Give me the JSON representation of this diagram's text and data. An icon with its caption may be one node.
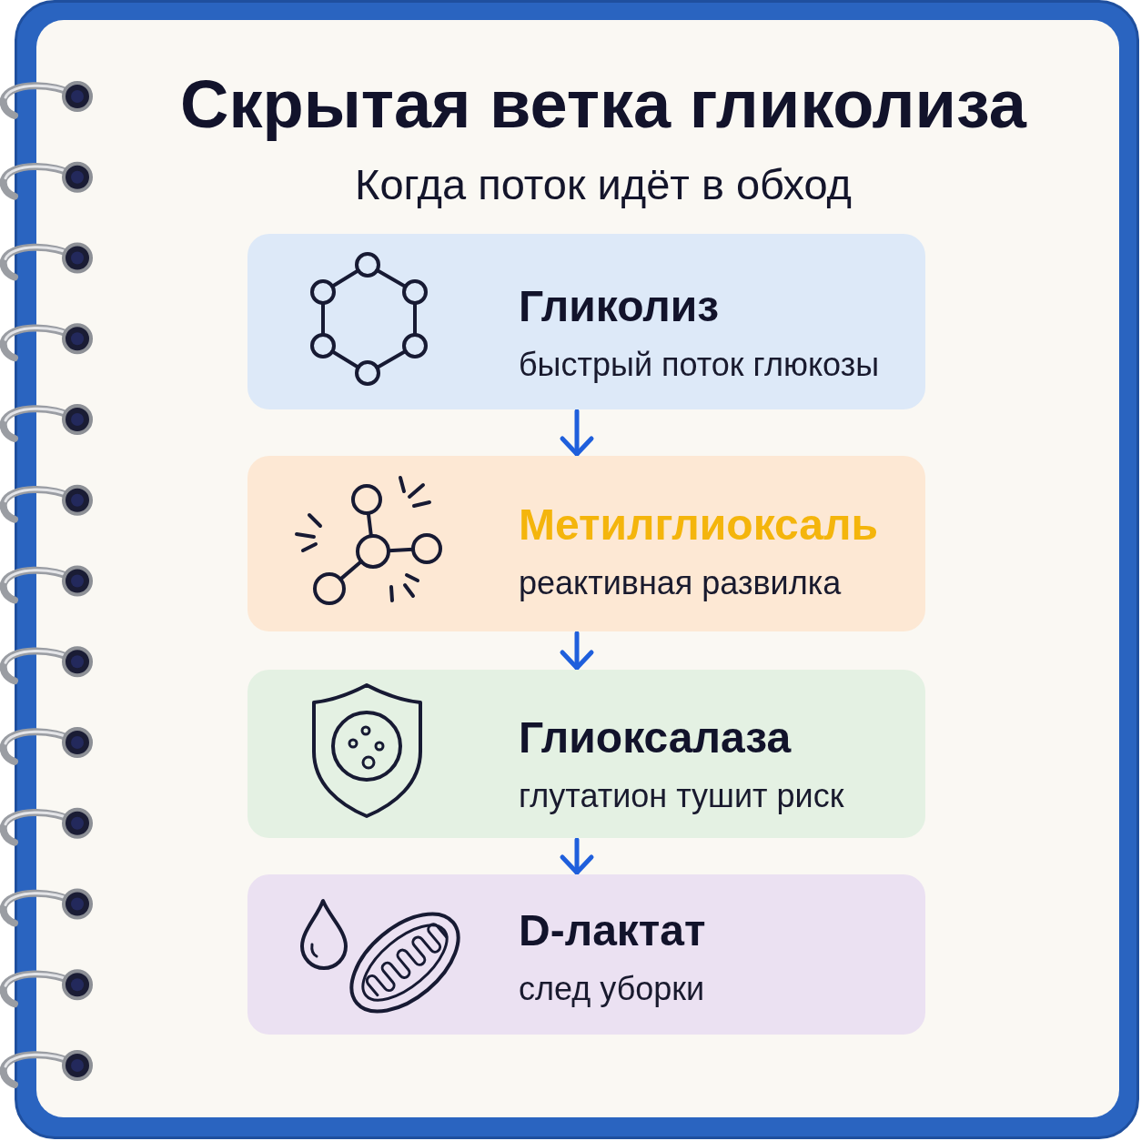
{
  "diagram": {
    "title": "Скрытая ветка гликолиза",
    "nodes": [
      {
        "text": [
          "Гликолиз",
          "быстрый поток глюкозы"
        ]
      },
      {
        "text": [
          "Метилглиоксаль",
          "реактивная развилка"
        ]
      },
      {
        "text": [
          "Глиоксалаза",
          "глутатион тушит риск"
        ]
      },
      {
        "text": [
          "D-лактат",
          "след уборки"
        ]
      }
    ],
    "edges": [
      {
        "from": 0,
        "to": 1,
        "arrow": "to"
      },
      {
        "from": 1,
        "to": 2,
        "arrow": "to"
      },
      {
        "from": 2,
        "to": 3,
        "arrow": "to"
      }
    ],
    "labels": [
      "Когда поток идёт в обход"
    ]
  }
}
